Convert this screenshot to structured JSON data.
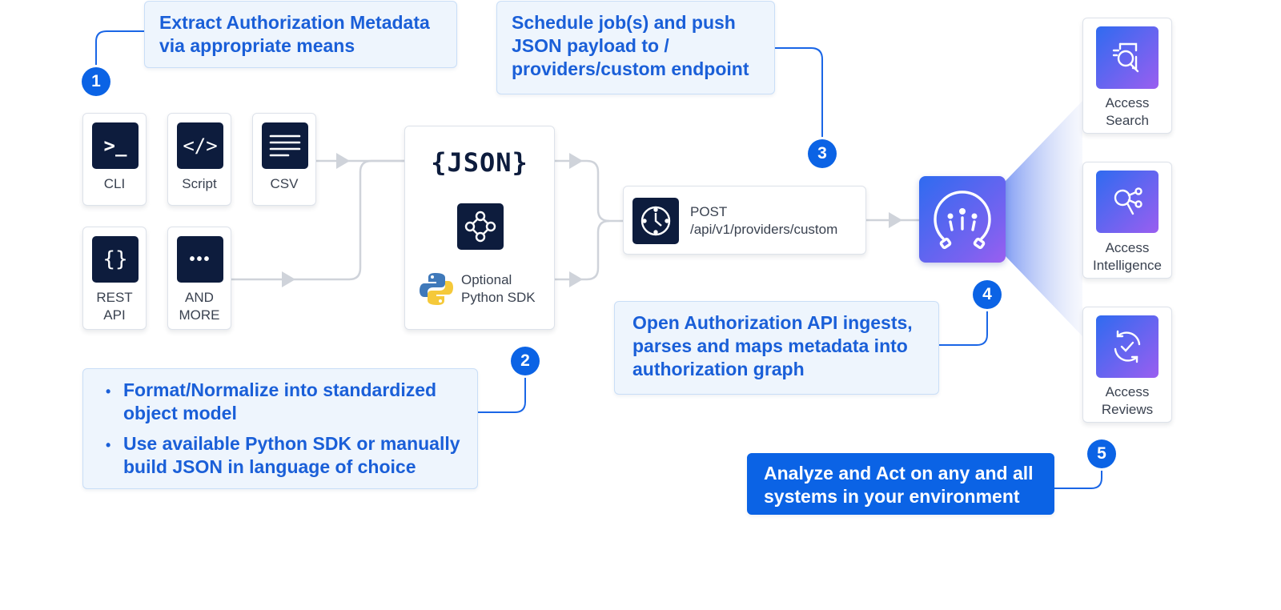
{
  "steps": {
    "s1": {
      "num": "1",
      "line1": "Extract Authorization Metadata",
      "line2": "via appropriate means"
    },
    "s2": {
      "num": "2",
      "b1_line1": "Format/Normalize into standardized",
      "b1_line2": "object model",
      "b2_line1": "Use available Python SDK or manually",
      "b2_line2": "build JSON in language of choice"
    },
    "s3": {
      "num": "3",
      "line1": "Schedule job(s) and push",
      "line2": "JSON payload to /",
      "line3": "providers/custom endpoint"
    },
    "s4": {
      "num": "4",
      "line1": "Open Authorization API ingests,",
      "line2": "parses and maps metadata into",
      "line3": "authorization graph"
    },
    "s5": {
      "num": "5",
      "line1": "Analyze and Act on any and all",
      "line2": "systems in your environment"
    }
  },
  "sources": {
    "cli": {
      "glyph": ">_",
      "label": "CLI"
    },
    "script": {
      "glyph": "</>",
      "label": "Script"
    },
    "csv": {
      "label": "CSV"
    },
    "rest": {
      "glyph": "{}",
      "label1": "REST",
      "label2": "API"
    },
    "more": {
      "glyph": "•••",
      "label1": "AND",
      "label2": "MORE"
    }
  },
  "format": {
    "json_label": "{JSON}",
    "sdk_line1": "Optional",
    "sdk_line2": "Python SDK"
  },
  "endpoint": {
    "line1": "POST",
    "line2": "/api/v1/providers/custom"
  },
  "services": [
    {
      "line1": "Access",
      "line2": "Search",
      "icon": "search-document-icon"
    },
    {
      "line1": "Access",
      "line2": "Intelligence",
      "icon": "magnifier-graph-icon"
    },
    {
      "line1": "Access",
      "line2": "Reviews",
      "icon": "refresh-check-icon"
    }
  ],
  "colors": {
    "accent": "#0b63e5",
    "dark_tile": "#0d1c3d",
    "callout_bg": "#eef5fd",
    "connector": "#cfd3da"
  }
}
